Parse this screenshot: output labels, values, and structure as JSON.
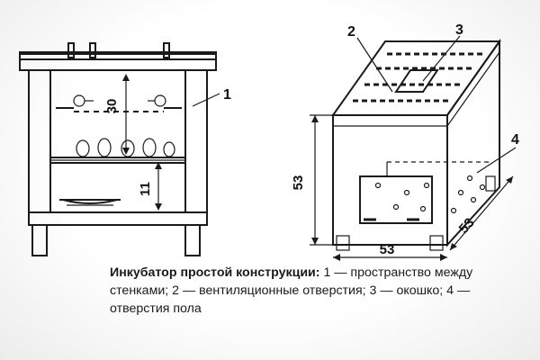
{
  "figure": {
    "callouts": {
      "c1": "1",
      "c2": "2",
      "c3": "3",
      "c4": "4"
    },
    "dimensions": {
      "inner_height": "30",
      "tray_height": "11",
      "box_height": "53",
      "box_width": "53",
      "box_depth": "53"
    }
  },
  "caption": {
    "title": "Инкубатор простой конструкции:",
    "body": " 1 — пространство между стенками; 2 — вентиляционные отверстия; 3 — окошко; 4 — отверстия пола"
  }
}
